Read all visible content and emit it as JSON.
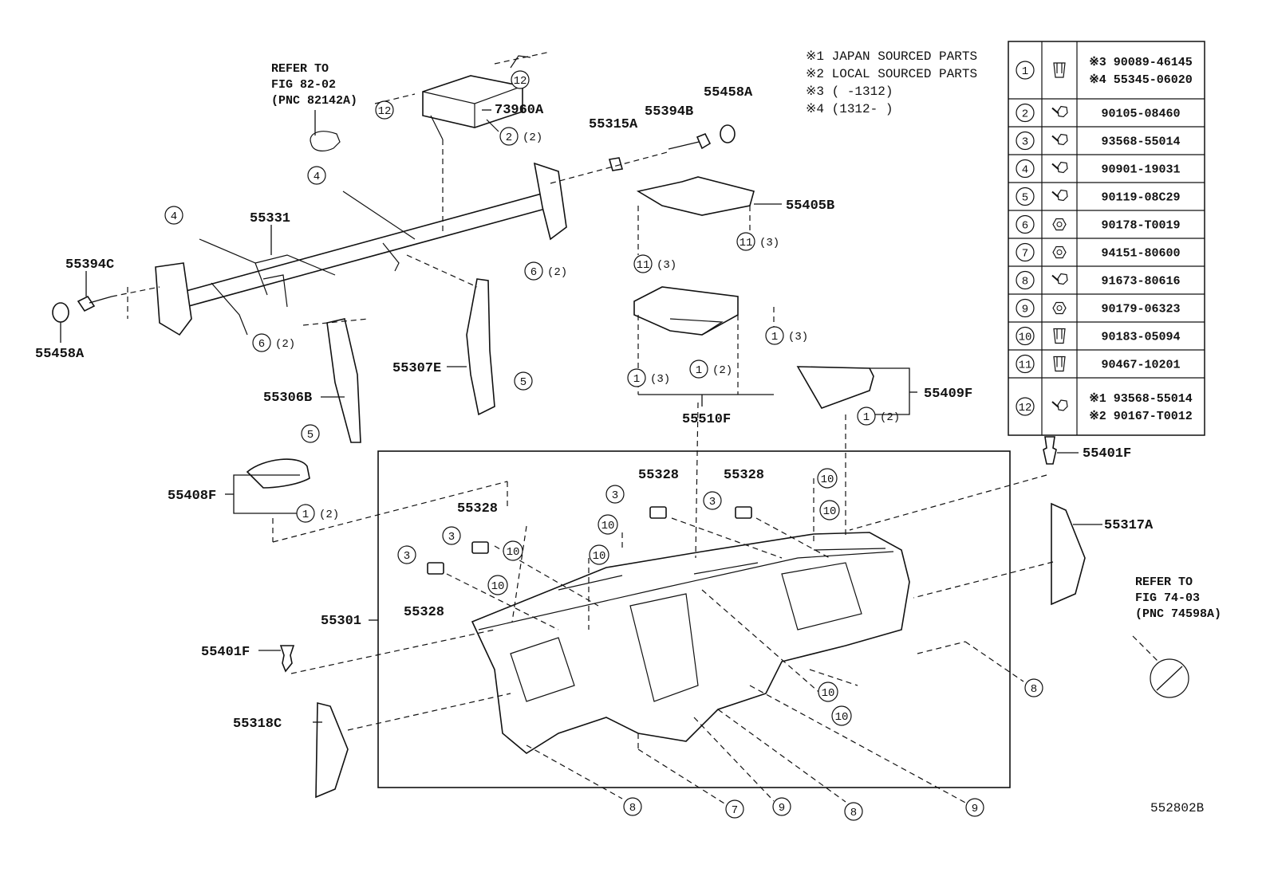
{
  "notes": [
    "※1 JAPAN SOURCED PARTS",
    "※2 LOCAL SOURCED PARTS",
    "※3 (   -1312)",
    "※4 (1312-   )"
  ],
  "references": [
    {
      "lines": [
        "REFER TO",
        "FIG 82-02",
        "(PNC 82142A)"
      ]
    },
    {
      "lines": [
        "REFER TO",
        "FIG 74-03",
        "(PNC 74598A)"
      ]
    }
  ],
  "part_labels": {
    "p73960A": "73960A",
    "p55458A_top": "55458A",
    "p55394B": "55394B",
    "p55315A": "55315A",
    "p55405B": "55405B",
    "p55331": "55331",
    "p55394C": "55394C",
    "p55458A_left": "55458A",
    "p55307E": "55307E",
    "p55306B": "55306B",
    "p55510F": "55510F",
    "p55409F": "55409F",
    "p55401F_right": "55401F",
    "p55408F": "55408F",
    "p55328_a": "55328",
    "p55328_b": "55328",
    "p55328_c": "55328",
    "p55328_d": "55328",
    "p55317A": "55317A",
    "p55301": "55301",
    "p55401F_left": "55401F",
    "p55318C": "55318C"
  },
  "callouts": {
    "c12a": {
      "num": "12",
      "qty": ""
    },
    "c12b": {
      "num": "12",
      "qty": ""
    },
    "c2": {
      "num": "2",
      "qty": "(2)"
    },
    "c4a": {
      "num": "4",
      "qty": ""
    },
    "c4b": {
      "num": "4",
      "qty": ""
    },
    "c6a": {
      "num": "6",
      "qty": "(2)"
    },
    "c6b": {
      "num": "6",
      "qty": "(2)"
    },
    "c5a": {
      "num": "5",
      "qty": ""
    },
    "c5b": {
      "num": "5",
      "qty": ""
    },
    "c11a": {
      "num": "11",
      "qty": "(3)"
    },
    "c11b": {
      "num": "11",
      "qty": "(3)"
    },
    "c1a": {
      "num": "1",
      "qty": "(3)"
    },
    "c1b": {
      "num": "1",
      "qty": "(2)"
    },
    "c1c": {
      "num": "1",
      "qty": "(3)"
    },
    "c1d": {
      "num": "1",
      "qty": "(2)"
    },
    "c1e": {
      "num": "1",
      "qty": "(2)"
    },
    "c3a": {
      "num": "3",
      "qty": ""
    },
    "c3b": {
      "num": "3",
      "qty": ""
    },
    "c3c": {
      "num": "3",
      "qty": ""
    },
    "c3d": {
      "num": "3",
      "qty": ""
    },
    "c10a": {
      "num": "10",
      "qty": ""
    },
    "c10b": {
      "num": "10",
      "qty": ""
    },
    "c10c": {
      "num": "10",
      "qty": ""
    },
    "c10d": {
      "num": "10",
      "qty": ""
    },
    "c10e": {
      "num": "10",
      "qty": ""
    },
    "c10f": {
      "num": "10",
      "qty": ""
    },
    "c10g": {
      "num": "10",
      "qty": ""
    },
    "c10h": {
      "num": "10",
      "qty": ""
    },
    "c8a": {
      "num": "8",
      "qty": ""
    },
    "c8b": {
      "num": "8",
      "qty": ""
    },
    "c8c": {
      "num": "8",
      "qty": ""
    },
    "c7": {
      "num": "7",
      "qty": ""
    },
    "c9a": {
      "num": "9",
      "qty": ""
    },
    "c9b": {
      "num": "9",
      "qty": ""
    }
  },
  "fastener_table": [
    {
      "num": "1",
      "parts": [
        "※3 90089-46145",
        "※4 55345-06020"
      ]
    },
    {
      "num": "2",
      "parts": [
        "90105-08460"
      ]
    },
    {
      "num": "3",
      "parts": [
        "93568-55014"
      ]
    },
    {
      "num": "4",
      "parts": [
        "90901-19031"
      ]
    },
    {
      "num": "5",
      "parts": [
        "90119-08C29"
      ]
    },
    {
      "num": "6",
      "parts": [
        "90178-T0019"
      ]
    },
    {
      "num": "7",
      "parts": [
        "94151-80600"
      ]
    },
    {
      "num": "8",
      "parts": [
        "91673-80616"
      ]
    },
    {
      "num": "9",
      "parts": [
        "90179-06323"
      ]
    },
    {
      "num": "10",
      "parts": [
        "90183-05094"
      ]
    },
    {
      "num": "11",
      "parts": [
        "90467-10201"
      ]
    },
    {
      "num": "12",
      "parts": [
        "※1 93568-55014",
        "※2 90167-T0012"
      ]
    }
  ],
  "fastener_icons": [
    "clip-icon",
    "bolt-icon",
    "bolt-icon",
    "bolt-icon",
    "bolt-icon",
    "nut-icon",
    "nut-icon",
    "bolt-icon",
    "nut-icon",
    "clip-icon",
    "clip-icon",
    "bolt-icon"
  ],
  "figure_id": "552802B"
}
